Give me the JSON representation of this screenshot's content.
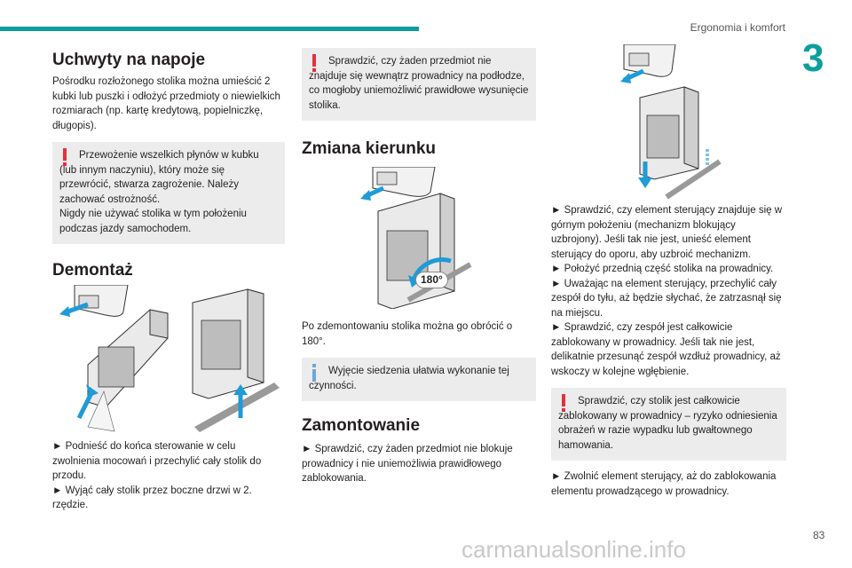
{
  "header": {
    "section_title": "Ergonomia i komfort",
    "chapter_number": "3"
  },
  "col1": {
    "heading1": "Uchwyty na napoje",
    "para1": "Pośrodku rozłożonego stolika można umieścić 2 kubki lub puszki i odłożyć przedmioty o niewielkich rozmiarach (np. kartę kredytową, popielniczkę, długopis).",
    "warning1": "Przewożenie wszelkich płynów w kubku (lub innym naczyniu), który może się przewrócić, stwarza zagrożenie. Należy zachować ostrożność.",
    "warning1b": "Nigdy nie używać stolika w tym położeniu podczas jazdy samochodem.",
    "heading2": "Demontaż",
    "step1": "► Podnieść do końca sterowanie w celu zwolnienia mocowań i przechylić cały stolik do przodu.",
    "step2": "► Wyjąć cały stolik przez boczne drzwi w 2. rzędzie."
  },
  "col2": {
    "warning2": "Sprawdzić, czy żaden przedmiot nie znajduje się wewnątrz prowadnicy na podłodze, co mogłoby uniemożliwić prawidłowe wysunięcie stolika.",
    "heading3": "Zmiana kierunku",
    "badge": "180°",
    "para2": "Po zdemontowaniu stolika można go obrócić o 180°.",
    "info1": "Wyjęcie siedzenia ułatwia wykonanie tej czynności.",
    "heading4": "Zamontowanie",
    "step3": "► Sprawdzić, czy żaden przedmiot nie blokuje prowadnicy i nie uniemożliwia prawidłowego zablokowania."
  },
  "col3": {
    "step4": "► Sprawdzić, czy element sterujący znajduje się w górnym położeniu (mechanizm blokujący uzbrojony). Jeśli tak nie jest, unieść element sterujący do oporu, aby uzbroić mechanizm.",
    "step5": "► Położyć przednią część stolika na prowadnicy.",
    "step6": "► Uważając na element sterujący, przechylić cały zespół do tyłu, aż będzie słychać, że zatrzasnął się na miejscu.",
    "step7": "► Sprawdzić, czy zespół jest całkowicie zablokowany w prowadnicy. Jeśli tak nie jest, delikatnie przesunąć zespół wzdłuż prowadnicy, aż wskoczy w kolejne wgłębienie.",
    "warning3": "Sprawdzić, czy stolik jest całkowicie zablokowany w prowadnicy – ryzyko odniesienia obrażeń w razie wypadku lub gwałtownego hamowania.",
    "step8": "► Zwolnić element sterujący, aż do zablokowania elementu prowadzącego w prowadnicy."
  },
  "footer": {
    "page_number": "83",
    "watermark": "carmanualsonline.info"
  },
  "colors": {
    "accent": "#0e9e9b",
    "warning": "#e0323f",
    "info": "#6fa6d8",
    "box_bg": "#ececec"
  }
}
